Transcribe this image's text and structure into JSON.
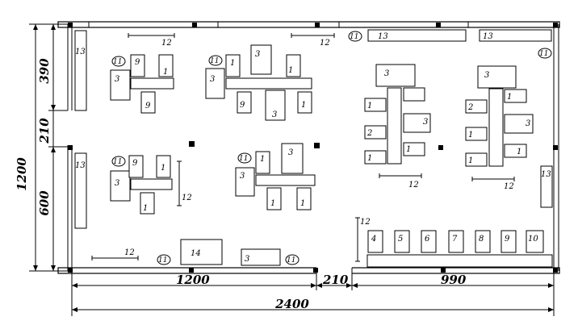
{
  "dimensions": {
    "total_width": "2400",
    "left_width": "1200",
    "middle_width": "210",
    "right_width": "990",
    "total_height": "1200",
    "top_height": "390",
    "mid_height": "210",
    "bottom_height": "600"
  },
  "labels": {
    "n1": "1",
    "n2": "2",
    "n3": "3",
    "n4": "4",
    "n5": "5",
    "n6": "6",
    "n7": "7",
    "n8": "8",
    "n9": "9",
    "n10": "10",
    "n11": "11",
    "n12": "12",
    "n13": "13",
    "n14": "14"
  }
}
